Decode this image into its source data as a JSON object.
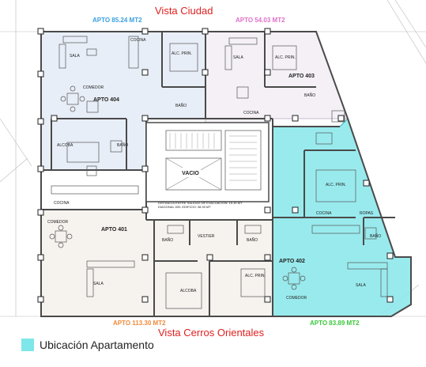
{
  "views": {
    "top": "Vista Ciudad",
    "bottom": "Vista Cerros Orientales"
  },
  "apartments": [
    {
      "id": "404",
      "area_label": "APTO  85.24 MT2",
      "plan_label": "APTO 404",
      "color": "#3aa0e0"
    },
    {
      "id": "403",
      "area_label": "APTO  54.03 MT2",
      "plan_label": "APTO 403",
      "color": "#e070c8"
    },
    {
      "id": "401",
      "area_label": "APTO  113.30 MT2",
      "plan_label": "APTO 401",
      "color": "#f08a3c"
    },
    {
      "id": "402",
      "area_label": "APTO  83.89 MT2",
      "plan_label": "APTO 402",
      "color": "#3cc83c"
    }
  ],
  "rooms": {
    "sala": "SALA",
    "cocina": "COCINA",
    "alc_prin": "ALC. PRIN.",
    "comedor": "COMEDOR",
    "alcoba": "ALCOBA",
    "bano": "BAÑO",
    "vestier": "VESTIER",
    "ropas": "ROPAS",
    "vacio": "VACIO"
  },
  "note": {
    "line1": "DISTANCIA ENTRE SALIDAS DE EVACUACION: 15.30 MT",
    "line2": "DIAGONAL DEL EDIFICIO: 38.90 MT"
  },
  "legend": {
    "label": "Ubicación Apartamento",
    "color": "#7fe6ea"
  },
  "colors": {
    "view_text": "#e02020",
    "highlight_fill": "#8ee8ec",
    "highlight_stroke": "#2bb5bd",
    "wall": "#4a4a4a"
  }
}
